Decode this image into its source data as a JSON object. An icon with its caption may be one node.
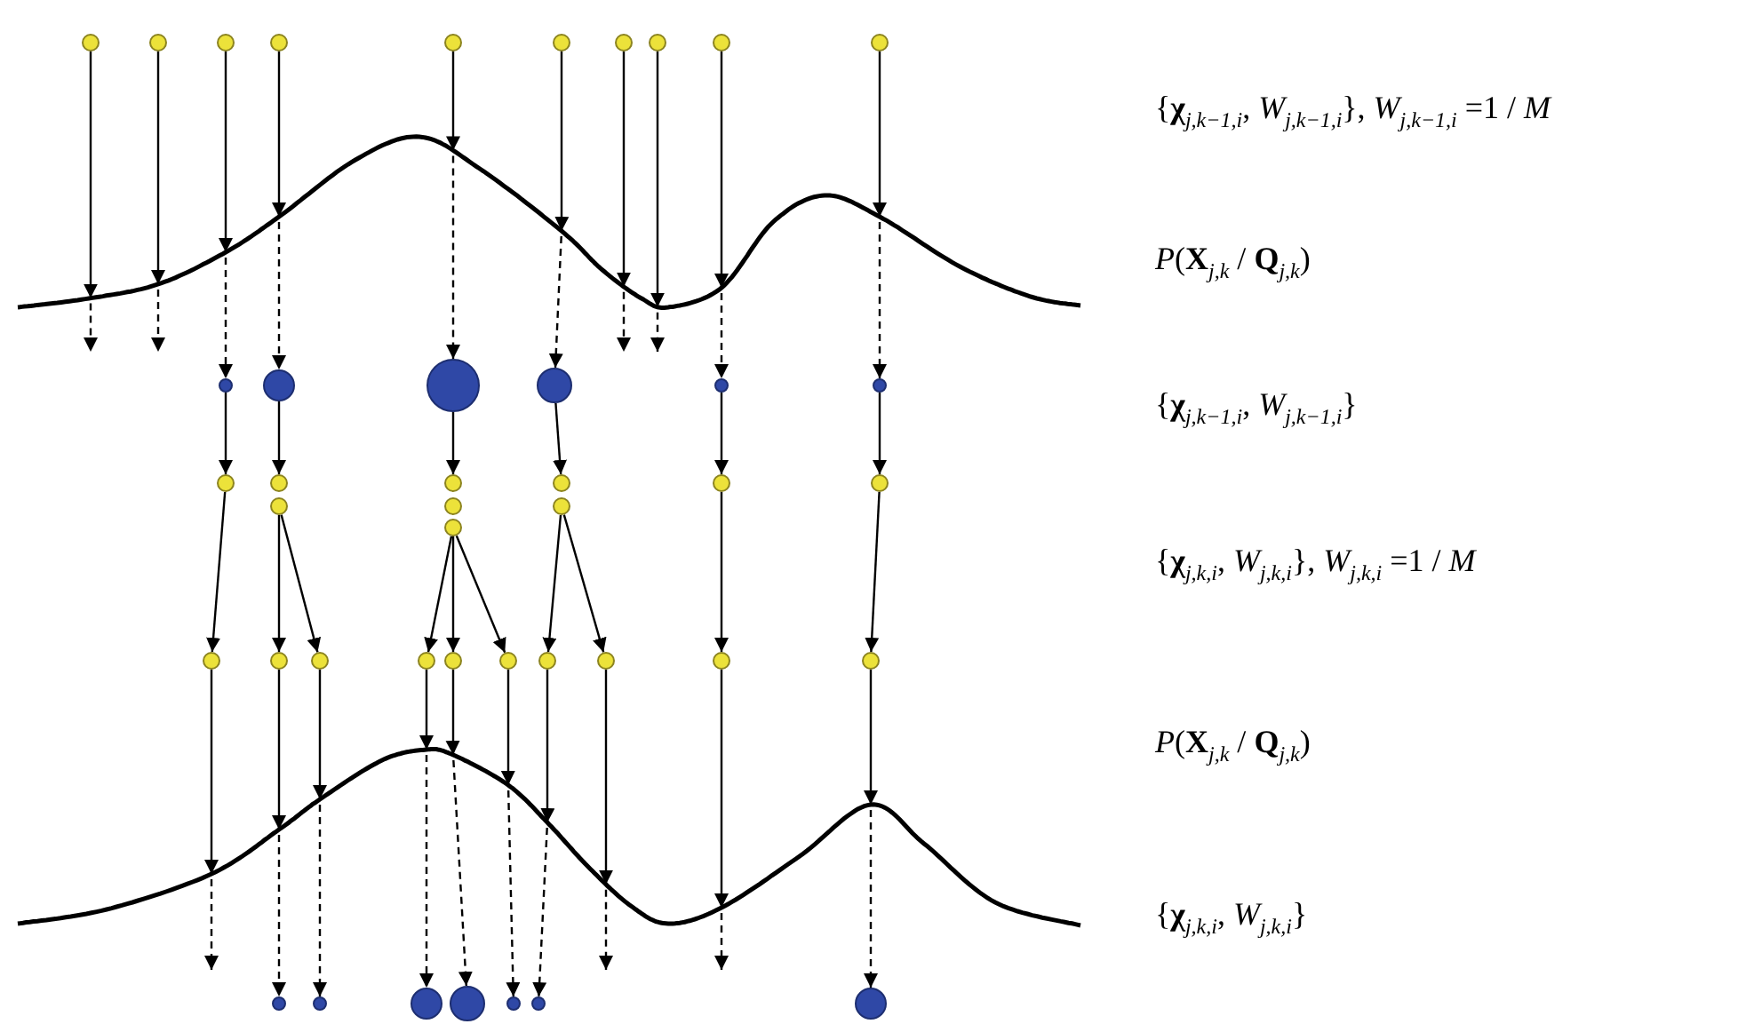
{
  "diagram": {
    "nodes": [
      {
        "text": [],
        "shape": "circle"
      },
      {
        "text": [],
        "shape": "circle"
      },
      {
        "text": [],
        "shape": "circle"
      },
      {
        "text": [],
        "shape": "circle"
      },
      {
        "text": [],
        "shape": "circle"
      },
      {
        "text": [],
        "shape": "circle"
      },
      {
        "text": [],
        "shape": "circle"
      },
      {
        "text": [],
        "shape": "circle"
      },
      {
        "text": [],
        "shape": "circle"
      },
      {
        "text": [],
        "shape": "circle"
      },
      {
        "text": [],
        "shape": "circle"
      },
      {
        "text": [],
        "shape": "circle"
      },
      {
        "text": [],
        "shape": "circle"
      },
      {
        "text": [],
        "shape": "circle"
      },
      {
        "text": [],
        "shape": "circle"
      },
      {
        "text": [],
        "shape": "circle"
      },
      {
        "text": [],
        "shape": "circle"
      },
      {
        "text": [],
        "shape": "circle"
      },
      {
        "text": [],
        "shape": "circle"
      },
      {
        "text": [],
        "shape": "circle"
      },
      {
        "text": [],
        "shape": "circle"
      },
      {
        "text": [],
        "shape": "circle"
      },
      {
        "text": [],
        "shape": "circle"
      },
      {
        "text": [],
        "shape": "circle"
      },
      {
        "text": [],
        "shape": "circle"
      },
      {
        "text": [],
        "shape": "circle"
      },
      {
        "text": [],
        "shape": "circle"
      },
      {
        "text": [],
        "shape": "circle"
      },
      {
        "text": [],
        "shape": "circle"
      },
      {
        "text": [],
        "shape": "circle"
      },
      {
        "text": [],
        "shape": "circle"
      },
      {
        "text": [],
        "shape": "circle"
      },
      {
        "text": [],
        "shape": "circle"
      },
      {
        "text": [],
        "shape": "circle"
      },
      {
        "text": [],
        "shape": "circle"
      },
      {
        "text": [],
        "shape": "circle"
      },
      {
        "text": [],
        "shape": "circle"
      },
      {
        "text": [],
        "shape": "circle"
      },
      {
        "text": [],
        "shape": "circle"
      },
      {
        "text": [],
        "shape": "circle"
      },
      {
        "text": [],
        "shape": "circle"
      },
      {
        "text": [],
        "shape": "circle"
      },
      {
        "text": [],
        "shape": "circle"
      }
    ],
    "edges": [
      {
        "from": 0,
        "to": null,
        "arrow": "to",
        "style": "dashed"
      },
      {
        "from": 1,
        "to": null,
        "arrow": "to",
        "style": "dashed"
      },
      {
        "from": 2,
        "to": 10,
        "arrow": "to",
        "style": "dashed"
      },
      {
        "from": 3,
        "to": 11,
        "arrow": "to",
        "style": "dashed"
      },
      {
        "from": 4,
        "to": 12,
        "arrow": "to",
        "style": "dashed"
      },
      {
        "from": 5,
        "to": 13,
        "arrow": "to",
        "style": "dashed"
      },
      {
        "from": 6,
        "to": null,
        "arrow": "to",
        "style": "dashed"
      },
      {
        "from": 7,
        "to": null,
        "arrow": "to",
        "style": "dashed"
      },
      {
        "from": 8,
        "to": 14,
        "arrow": "to",
        "style": "dashed"
      },
      {
        "from": 9,
        "to": 15,
        "arrow": "to",
        "style": "dashed"
      },
      {
        "from": 10,
        "to": 16,
        "arrow": "to"
      },
      {
        "from": 11,
        "to": 17,
        "arrow": "to"
      },
      {
        "from": 12,
        "to": 18,
        "arrow": "to"
      },
      {
        "from": 13,
        "to": 19,
        "arrow": "to"
      },
      {
        "from": 14,
        "to": 20,
        "arrow": "to"
      },
      {
        "from": 15,
        "to": 21,
        "arrow": "to"
      },
      {
        "from": 16,
        "to": 26,
        "arrow": "to"
      },
      {
        "from": 22,
        "to": 27,
        "arrow": "to"
      },
      {
        "from": 22,
        "to": 28,
        "arrow": "to"
      },
      {
        "from": 25,
        "to": 29,
        "arrow": "to"
      },
      {
        "from": 25,
        "to": 30,
        "arrow": "to"
      },
      {
        "from": 25,
        "to": 31,
        "arrow": "to"
      },
      {
        "from": 24,
        "to": 32,
        "arrow": "to"
      },
      {
        "from": 24,
        "to": 33,
        "arrow": "to"
      },
      {
        "from": 20,
        "to": 34,
        "arrow": "to"
      },
      {
        "from": 21,
        "to": 35,
        "arrow": "to"
      },
      {
        "from": 26,
        "to": null,
        "arrow": "to",
        "style": "dashed"
      },
      {
        "from": 27,
        "to": 36,
        "arrow": "to",
        "style": "dashed"
      },
      {
        "from": 28,
        "to": 37,
        "arrow": "to",
        "style": "dashed"
      },
      {
        "from": 29,
        "to": 38,
        "arrow": "to",
        "style": "dashed"
      },
      {
        "from": 30,
        "to": 39,
        "arrow": "to",
        "style": "dashed"
      },
      {
        "from": 31,
        "to": 40,
        "arrow": "to",
        "style": "dashed"
      },
      {
        "from": 32,
        "to": 41,
        "arrow": "to",
        "style": "dashed"
      },
      {
        "from": 33,
        "to": null,
        "arrow": "to",
        "style": "dashed"
      },
      {
        "from": 34,
        "to": null,
        "arrow": "to",
        "style": "dashed"
      },
      {
        "from": 35,
        "to": 42,
        "arrow": "to",
        "style": "dashed"
      }
    ],
    "labels": [
      "{**χ**$_{j,k−1,i}$, *W*$_{j,k−1,i}$}, *W*$_{j,k−1,i}$ =1 / *M*",
      "*P*(**X**$_{j,k}$ / **Q**$_{j,k}$)",
      "{**χ**$_{j,k−1,i}$, *W*$_{j,k−1,i}$}",
      "{**χ**$_{j,k,i}$, *W*$_{j,k,i}$}, *W*$_{j,k,i}$ =1 / *M*",
      "*P*(**X**$_{j,k}$ / **Q**$_{j,k}$)",
      "{**χ**$_{j,k,i}$, *W*$_{j,k,i}$}"
    ]
  }
}
